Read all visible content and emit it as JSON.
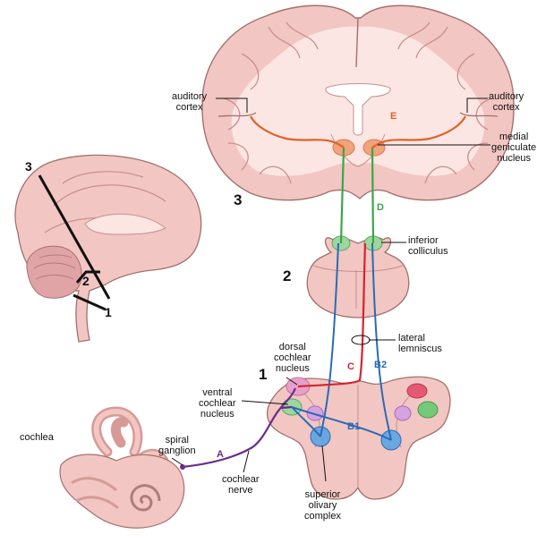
{
  "section_numbers": {
    "one": "1",
    "two": "2",
    "three": "3"
  },
  "sagittal_numbers": {
    "one": "1",
    "two": "2",
    "three": "3"
  },
  "labels": {
    "auditory_cortex_left": "auditory\ncortex",
    "auditory_cortex_right": "auditory\ncortex",
    "medial_geniculate": "medial\ngeniculate\nnucleus",
    "inferior_colliculus": "inferior\ncolliculus",
    "lateral_lemniscus": "lateral\nlemniscus",
    "dorsal_cochlear": "dorsal\ncochlear\nnucleus",
    "ventral_cochlear": "ventral\ncochlear\nnucleus",
    "cochlea": "cochlea",
    "spiral_ganglion": "spiral\nganglion",
    "cochlear_nerve": "cochlear\nnerve",
    "superior_olivary": "superior\nolivary\ncomplex"
  },
  "pathways": {
    "a": "A",
    "b1": "B1",
    "b2": "B2",
    "c": "C",
    "d": "D",
    "e": "E"
  },
  "colors": {
    "tissue": "#f2c6c2",
    "tissue_dark": "#d79a96",
    "white_matter": "#fbe6e3",
    "pathway_a": "#6a2c8e",
    "pathway_b": "#2a6bb5",
    "pathway_c": "#d42330",
    "pathway_d": "#3aa845",
    "pathway_e": "#e0612a"
  }
}
